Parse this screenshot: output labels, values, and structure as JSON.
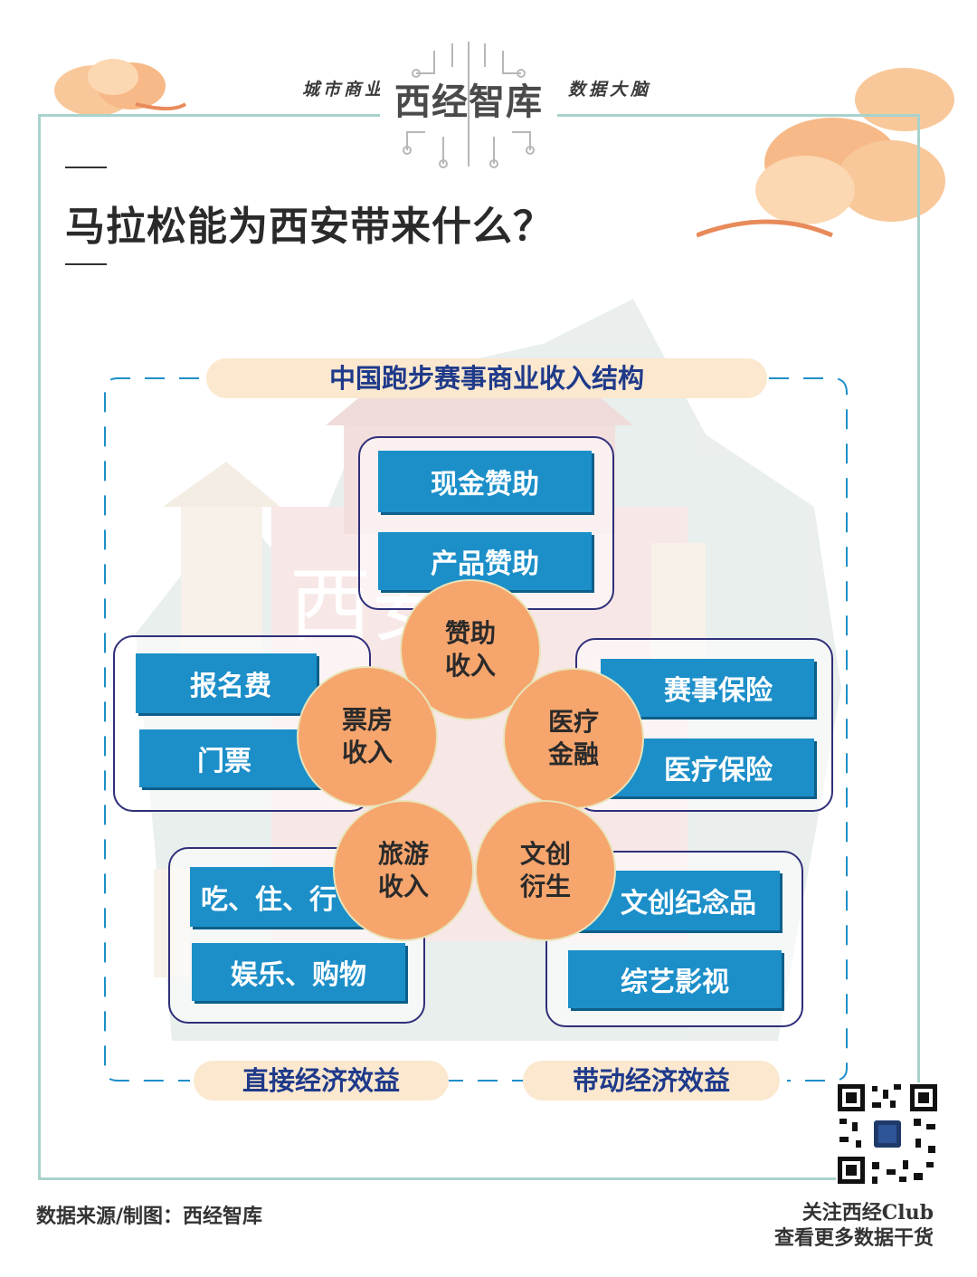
{
  "header": {
    "left_slogan": "城市商业",
    "brand": "西经智库",
    "right_slogan": "数据大脑"
  },
  "title": "马拉松能为西安带来什么？",
  "diagram": {
    "heading": "中国跑步赛事商业收入结构",
    "centers": {
      "sponsorship": [
        "赞助",
        "收入"
      ],
      "ticket": [
        "票房",
        "收入"
      ],
      "medical": [
        "医疗",
        "金融"
      ],
      "tourism": [
        "旅游",
        "收入"
      ],
      "creative": [
        "文创",
        "衍生"
      ]
    },
    "boxes": {
      "cash_sponsor": "现金赞助",
      "product_sponsor": "产品赞助",
      "registration_fee": "报名费",
      "ticket": "门票",
      "event_insurance": "赛事保险",
      "medical_insurance": "医疗保险",
      "food_stay_travel": "吃、住、行",
      "entertainment_shopping": "娱乐、购物",
      "souvenirs": "文创纪念品",
      "variety_film": "综艺影视"
    },
    "bottom_labels": {
      "direct": "直接经济效益",
      "indirect": "带动经济效益"
    },
    "colors": {
      "box_blue": "#1c8fc9",
      "circle_orange": "#f6a56d",
      "pill_cream": "#fbe8cf",
      "heading_navy": "#1f3a8a"
    }
  },
  "footer": {
    "source": "数据来源/制图：西经智库",
    "follow_line1": "关注西经Club",
    "follow_line2": "查看更多数据干货"
  }
}
